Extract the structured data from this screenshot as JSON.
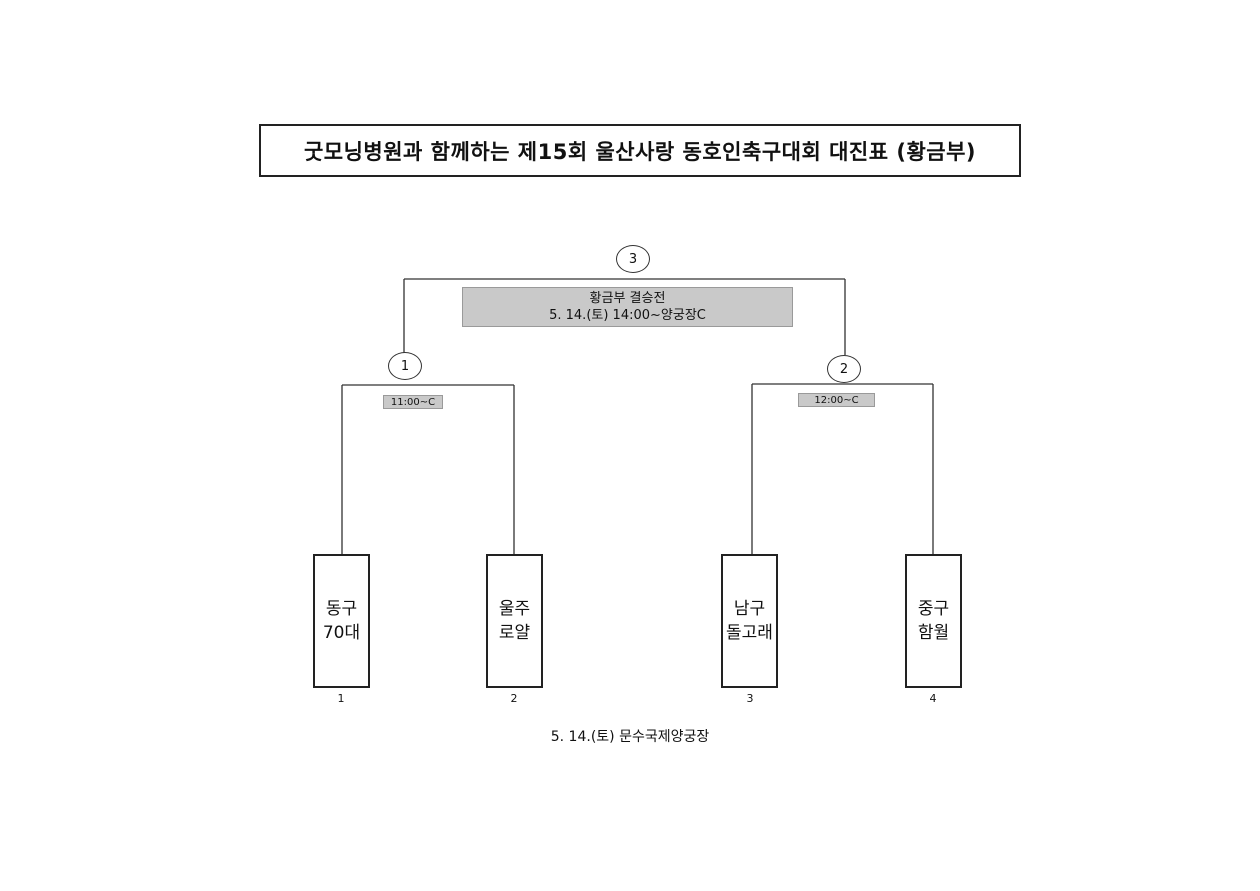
{
  "title": "굿모닝병원과 함께하는 제15회 울산사랑 동호인축구대회 대진표 (황금부)",
  "final": {
    "match_number": "3",
    "label_line1": "황금부 결승전",
    "label_line2": "5. 14.(토) 14:00~양궁장C"
  },
  "semifinals": [
    {
      "match_number": "1",
      "time": "11:00~C"
    },
    {
      "match_number": "2",
      "time": "12:00~C"
    }
  ],
  "teams": [
    {
      "line1": "동구",
      "line2": "70대",
      "seed": "1"
    },
    {
      "line1": "울주",
      "line2": "로얄",
      "seed": "2"
    },
    {
      "line1": "남구",
      "line2": "돌고래",
      "seed": "3"
    },
    {
      "line1": "중구",
      "line2": "함월",
      "seed": "4"
    }
  ],
  "venue": "5. 14.(토) 문수국제양궁장"
}
